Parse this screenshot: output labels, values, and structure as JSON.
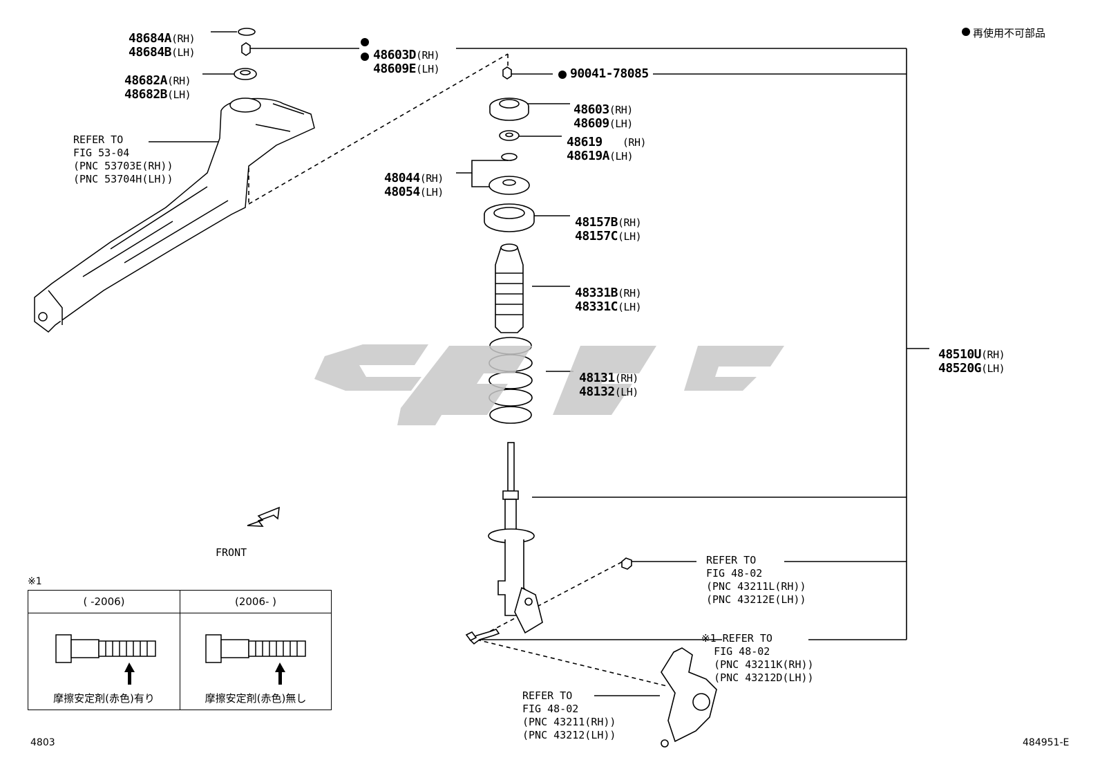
{
  "legend": {
    "marker": "●",
    "text": "再使用不可部品"
  },
  "callouts": {
    "c1": {
      "a": "48684A",
      "a_sfx": "(RH)",
      "b": "48684B",
      "b_sfx": "(LH)"
    },
    "c2": {
      "a": "48682A",
      "a_sfx": "(RH)",
      "b": "48682B",
      "b_sfx": "(LH)"
    },
    "c3": {
      "a": "48603D",
      "a_sfx": "(RH)",
      "b": "48609E",
      "b_sfx": "(LH)"
    },
    "c4": {
      "a": "90041-78085"
    },
    "c5": {
      "a": "48603",
      "a_sfx": "(RH)",
      "b": "48609",
      "b_sfx": "(LH)"
    },
    "c6": {
      "a": "48619",
      "a_sfx": "(RH)",
      "b": "48619A",
      "b_sfx": "(LH)"
    },
    "c7": {
      "a": "48044",
      "a_sfx": "(RH)",
      "b": "48054",
      "b_sfx": "(LH)"
    },
    "c8": {
      "a": "48157B",
      "a_sfx": "(RH)",
      "b": "48157C",
      "b_sfx": "(LH)"
    },
    "c9": {
      "a": "48331B",
      "a_sfx": "(RH)",
      "b": "48331C",
      "b_sfx": "(LH)"
    },
    "c10": {
      "a": "48131",
      "a_sfx": "(RH)",
      "b": "48132",
      "b_sfx": "(LH)"
    },
    "c11": {
      "a": "48510U",
      "a_sfx": "(RH)",
      "b": "48520G",
      "b_sfx": "(LH)"
    }
  },
  "refs": {
    "r1": {
      "l1": "REFER TO",
      "l2": "FIG 53-04",
      "l3": "(PNC 53703E(RH))",
      "l4": "(PNC 53704H(LH))"
    },
    "r2": {
      "l1": "REFER TO",
      "l2": "FIG 48-02",
      "l3": "(PNC 43211L(RH))",
      "l4": "(PNC 43212E(LH))"
    },
    "r3": {
      "l1": "※1 REFER TO",
      "l2": "FIG 48-02",
      "l3": "(PNC 43211K(RH))",
      "l4": "(PNC 43212D(LH))"
    },
    "r4": {
      "l1": "REFER TO",
      "l2": "FIG 48-02",
      "l3": "(PNC 43211(RH))",
      "l4": "(PNC 43212(LH))"
    }
  },
  "front_label": "FRONT",
  "table": {
    "mark": "※1",
    "col1_header": "(      -2006)",
    "col2_header": "(2006-      )",
    "col1_caption": "摩擦安定剤(赤色)有り",
    "col2_caption": "摩擦安定剤(赤色)無し"
  },
  "footer": {
    "left": "4803",
    "right": "484951-E"
  }
}
